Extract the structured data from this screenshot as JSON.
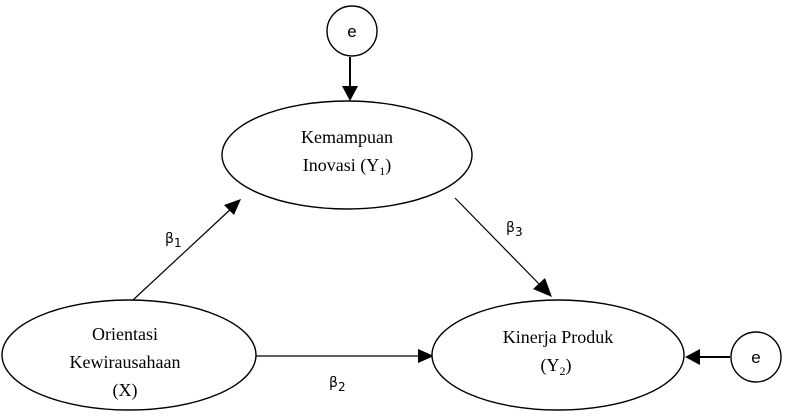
{
  "nodes": {
    "y1": {
      "line1": "Kemampuan",
      "line2_main": "Inovasi (Y",
      "line2_sub": "1",
      "line2_end": ")"
    },
    "x": {
      "line1": "Orientasi",
      "line2": "Kewirausahaan",
      "line3": "(X)"
    },
    "y2": {
      "line1": "Kinerja Produk",
      "line2_main": "(Y",
      "line2_sub": "2",
      "line2_end": ")"
    },
    "error_top": "e",
    "error_right": "e"
  },
  "paths": {
    "beta1": {
      "symbol": "β",
      "sub": "1"
    },
    "beta2": {
      "symbol": "β",
      "sub": "2"
    },
    "beta3": {
      "symbol": "β",
      "sub": "3"
    }
  },
  "colors": {
    "stroke": "#000000",
    "background": "#ffffff"
  }
}
